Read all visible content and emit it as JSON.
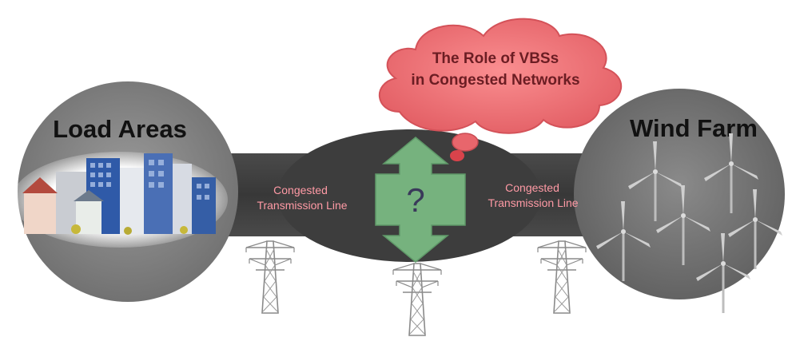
{
  "load_areas": {
    "label": "Load Areas"
  },
  "wind_farm": {
    "label": "Wind Farm"
  },
  "cloud": {
    "line1": "The Role of VBSs",
    "line2": "in Congested Networks"
  },
  "left_line": {
    "line1": "Congested",
    "line2": "Transmission Line"
  },
  "right_line": {
    "line1": "Congested",
    "line2": "Transmission Line"
  },
  "center_symbol": "?",
  "icons": [
    "city-buildings-icon",
    "wind-turbine-icon",
    "transmission-tower-icon",
    "thought-cloud-icon",
    "up-down-arrow-icon"
  ],
  "colors": {
    "circle_gray": "#7d7d7d",
    "band_dark": "#3e3e3e",
    "cloud_fill": "#f47c7f",
    "cloud_text": "#6b1d23",
    "arrow_green": "#76b27e",
    "line_text": "#ff9aa5"
  }
}
